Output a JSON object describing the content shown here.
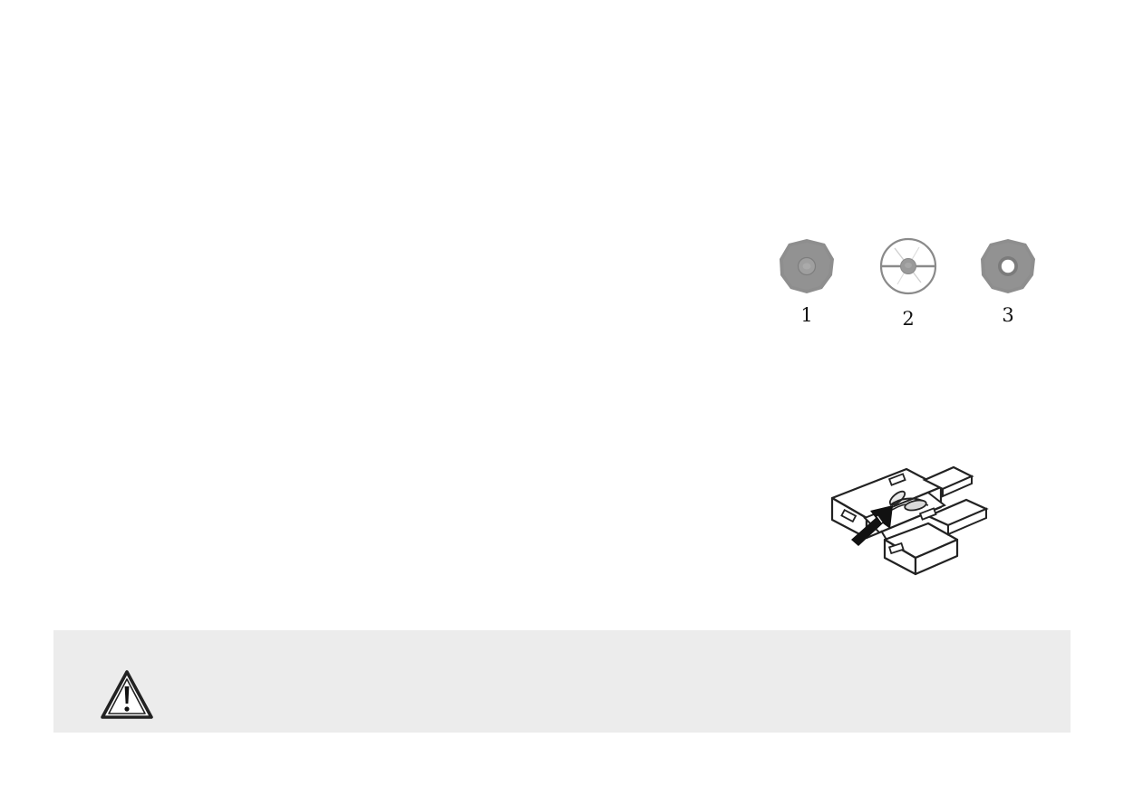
{
  "bulb_figure": {
    "labels": [
      "1",
      "2",
      "3"
    ]
  },
  "icons": {
    "bulb_figure": "indicator-bulb-icons",
    "fuse_figure": "blade-fuse-illustration",
    "warning": "warning-triangle-icon"
  },
  "colors": {
    "panel_background": "#ececec",
    "bulb_gray": "#8e8e8e",
    "ink": "#111111"
  }
}
